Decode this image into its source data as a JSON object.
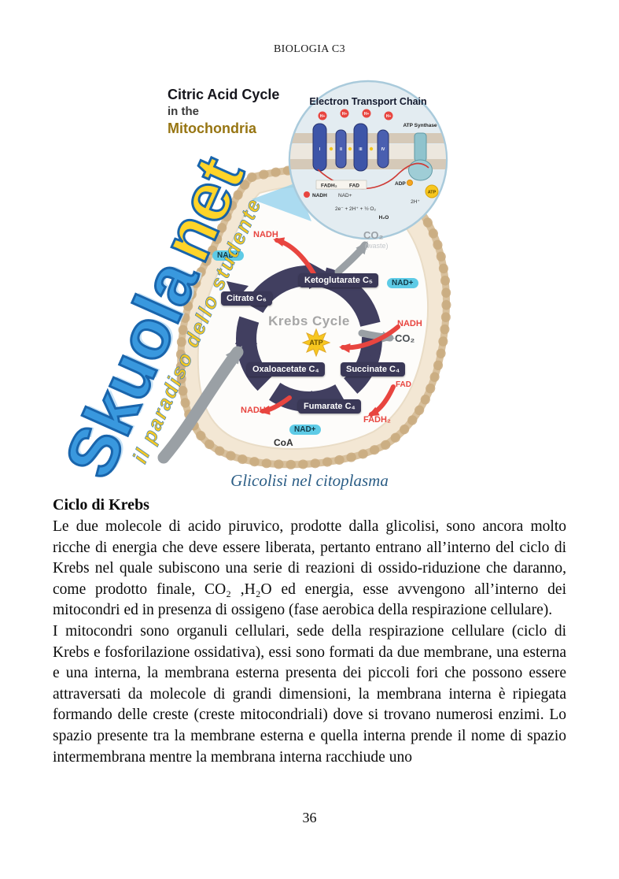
{
  "page": {
    "header": "BIOLOGIA C3",
    "page_number": "36"
  },
  "watermark": {
    "brand": "Skuola",
    "suffix": "net",
    "tagline": "il paradiso dello studente"
  },
  "figure": {
    "title_line1": "Citric Acid Cycle",
    "title_line2": "in the",
    "title_line3": "Mitochondria",
    "caption": "Glicolisi nel citoplasma",
    "krebs_label": "Krebs Cycle",
    "metabolites": [
      {
        "label": "Citrate C₆"
      },
      {
        "label": "Ketoglutarate C₅"
      },
      {
        "label": "Succinate C₄"
      },
      {
        "label": "Fumarate C₄"
      },
      {
        "label": "Oxaloacetate C₄"
      }
    ],
    "cofactors": {
      "nadh": "NADH",
      "nad": "NAD+",
      "fad": "FAD",
      "fadh2": "FADH₂",
      "atp": "ATP",
      "coa": "CoA",
      "co2": "CO₂",
      "waste": "(waste)"
    },
    "etc": {
      "title": "Electron Transport Chain",
      "h_plus": "H+",
      "complexes": [
        "I",
        "II",
        "III",
        "IV"
      ],
      "atp_synthase": "ATP Synthase",
      "fadh2": "FADH₂",
      "fad": "FAD",
      "nadh": "NADH",
      "nad": "NAD+",
      "adp": "ADP",
      "atp": "ATP",
      "h2": "2H⁺",
      "reaction": "2e⁻ + 2H⁺ + ½ O₂",
      "water": "H₂O"
    }
  },
  "content": {
    "heading": "Ciclo di Krebs",
    "paragraphs": [
      "Le due molecole di acido piruvico, prodotte dalla glicolisi, sono ancora molto ricche di energia che deve essere liberata, pertanto entrano all’interno del ciclo di Krebs nel quale subiscono una serie di reazioni di ossido-riduzione che daranno, come prodotto finale, CO₂ ,H₂O ed energia, esse avvengono all’interno dei mitocondri ed in presenza di ossigeno (fase aerobica della respirazione cellulare).",
      "I mitocondri sono organuli cellulari, sede della respirazione cellulare (ciclo di Krebs e fosforilazione ossidativa), essi sono formati da due membrane, una esterna e una interna, la membrana esterna presenta dei piccoli fori che possono essere attraversati da molecole di grandi dimensioni, la membrana interna è ripiegata formando delle creste (creste mitocondriali) dove si trovano numerosi enzimi. Lo spazio presente tra la membrane esterna e quella interna prende il nome di spazio intermembrana mentre la membrana interna racchiude uno"
    ]
  }
}
